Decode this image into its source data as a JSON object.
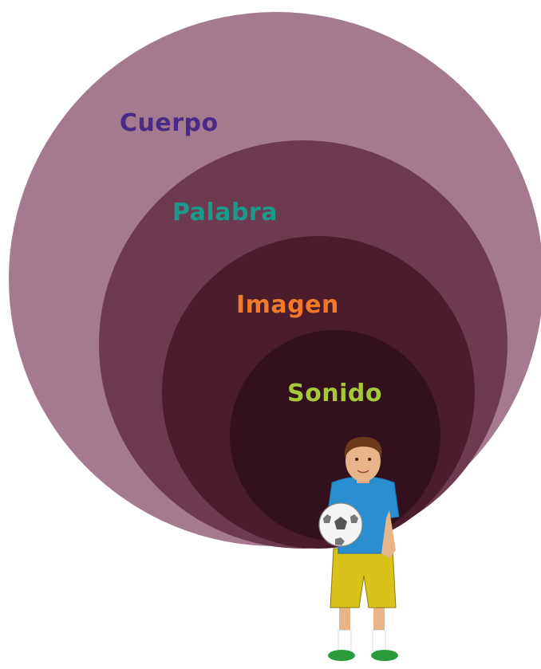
{
  "diagram": {
    "layers": [
      {
        "label": "Cuerpo",
        "fill": "#a67a8e",
        "text_color": "#4a2a86"
      },
      {
        "label": "Palabra",
        "fill": "#6e3a4f",
        "text_color": "#1a9a8a"
      },
      {
        "label": "Imagen",
        "fill": "#4a1c2c",
        "text_color": "#f07a2a"
      },
      {
        "label": "Sonido",
        "fill": "#32101c",
        "text_color": "#a6c83a"
      }
    ],
    "figure": "boy-holding-soccer-ball"
  }
}
